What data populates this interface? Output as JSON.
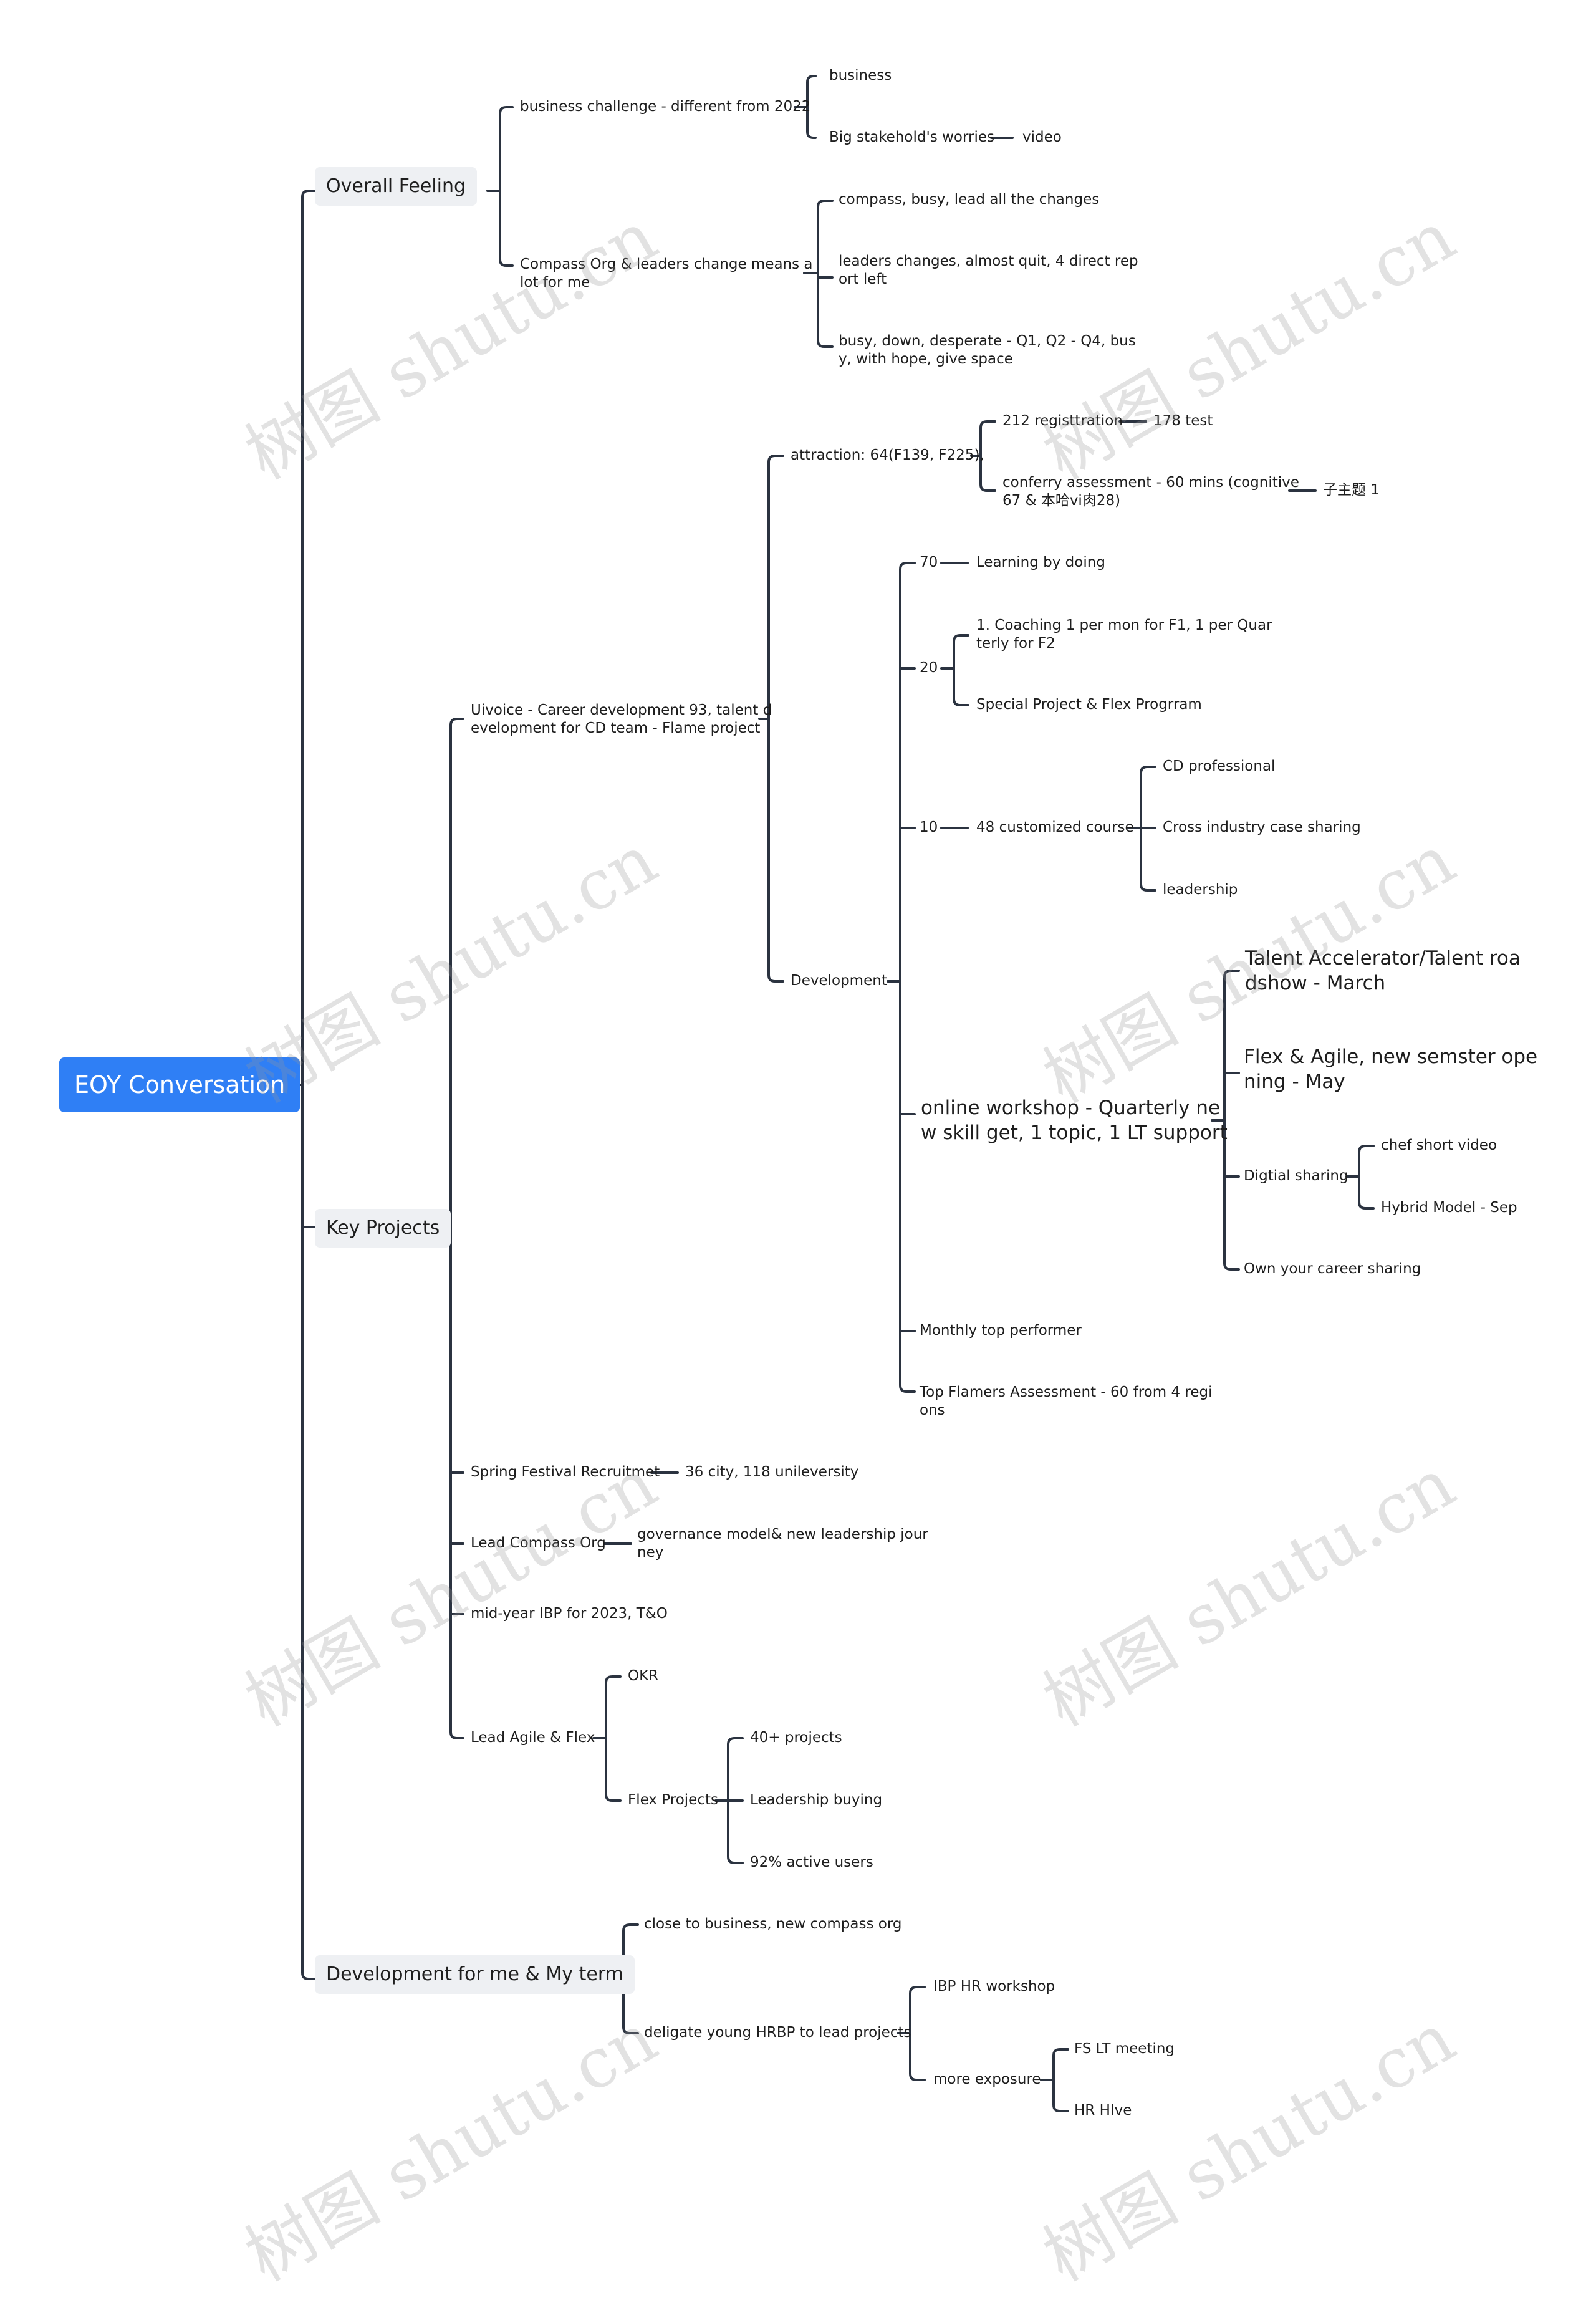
{
  "root": {
    "label": "EOY Conversation"
  },
  "overall_feeling": {
    "label": "Overall Feeling",
    "business_challenge": {
      "label": "business challenge - different from 2022",
      "business": "business",
      "stakeholder": "Big stakehold's worries",
      "video": "video"
    },
    "compass_org": {
      "label": "Compass Org & leaders change means a\nlot for me",
      "items": [
        "compass, busy, lead all the changes",
        "leaders changes, almost quit, 4 direct rep\nort left",
        "busy, down, desperate - Q1, Q2 - Q4, bus\ny, with hope, give space"
      ]
    }
  },
  "key_projects": {
    "label": "Key Projects",
    "uivoice": {
      "label": "Uivoice - Career development 93, talent d\nevelopment for CD team - Flame project",
      "attraction": {
        "label": "attraction: 64(F139, F225),",
        "registration": "212 registtration",
        "test": "178 test",
        "assessment": "conferry assessment - 60 mins (cognitive\n67 & 本哈vi肉28)",
        "subtopic": "子主题 1"
      },
      "development": {
        "label": "Development",
        "d70": {
          "label": "70",
          "child": "Learning by doing"
        },
        "d20": {
          "label": "20",
          "coaching": "1. Coaching 1 per mon for F1, 1 per  Quar\nterly for F2",
          "special": "Special Project & Flex Progrram"
        },
        "d10": {
          "label": "10",
          "course": "48 customized course",
          "cd_pro": "CD professional",
          "cross": "Cross industry case sharing",
          "leadership": "leadership"
        },
        "online": {
          "label": "online workshop - Quarterly ne\nw skill get, 1 topic, 1 LT support",
          "talent": "Talent Accelerator/Talent roa\ndshow - March",
          "flex": "Flex & Agile, new semster ope\nning - May",
          "digital": "Digtial sharing",
          "chef": "chef short video",
          "hybrid": "Hybrid Model - Sep",
          "own": "Own your career sharing"
        },
        "monthly": "Monthly top performer",
        "flamers": "Top Flamers Assessment - 60 from 4 regi\nons"
      }
    },
    "spring": {
      "label": "Spring Festival Recruitmet",
      "child": "36 city, 118 unileversity"
    },
    "lead_compass": {
      "label": "Lead Compass Org",
      "child": "governance model& new leadership jour\nney"
    },
    "midyear": "mid-year IBP for 2023, T&O",
    "agile": {
      "label": "Lead Agile & Flex",
      "okr": "OKR",
      "flex_projects": "Flex Projects",
      "p40": "40+ projects",
      "buying": "Leadership buying",
      "active": "92% active users"
    }
  },
  "development_me": {
    "label": "Development for me & My term",
    "close": "close to business, new compass org",
    "deligate": "deligate young HRBP to lead projects",
    "ibp": "IBP HR workshop",
    "exposure": "more exposure",
    "fslt": "FS LT meeting",
    "hrhive": "HR HIve"
  },
  "watermark": "树图 shutu.cn",
  "colors": {
    "line": "#2b3340",
    "root": "#2f7ff5",
    "level1_bg": "#eef0f3"
  }
}
